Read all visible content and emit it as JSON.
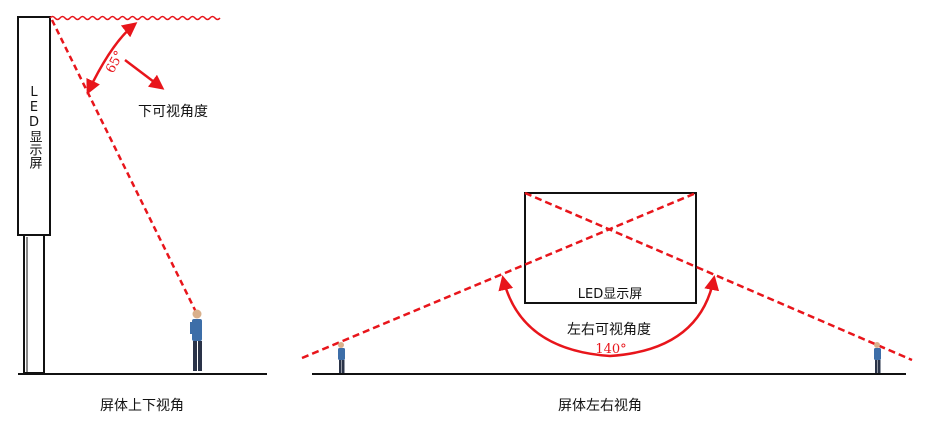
{
  "left_panel": {
    "screen_label": "LED显示屏",
    "angle_label": "65°",
    "direction_label": "下可视角度",
    "caption": "屏体上下视角"
  },
  "right_panel": {
    "screen_label": "LED显示屏",
    "direction_label": "左右可视角度",
    "angle_label": "140°",
    "caption": "屏体左右视角"
  },
  "colors": {
    "accent": "#e8151b",
    "line": "#111111",
    "person_shirt": "#3d6ea8",
    "person_pants": "#2a3348"
  }
}
